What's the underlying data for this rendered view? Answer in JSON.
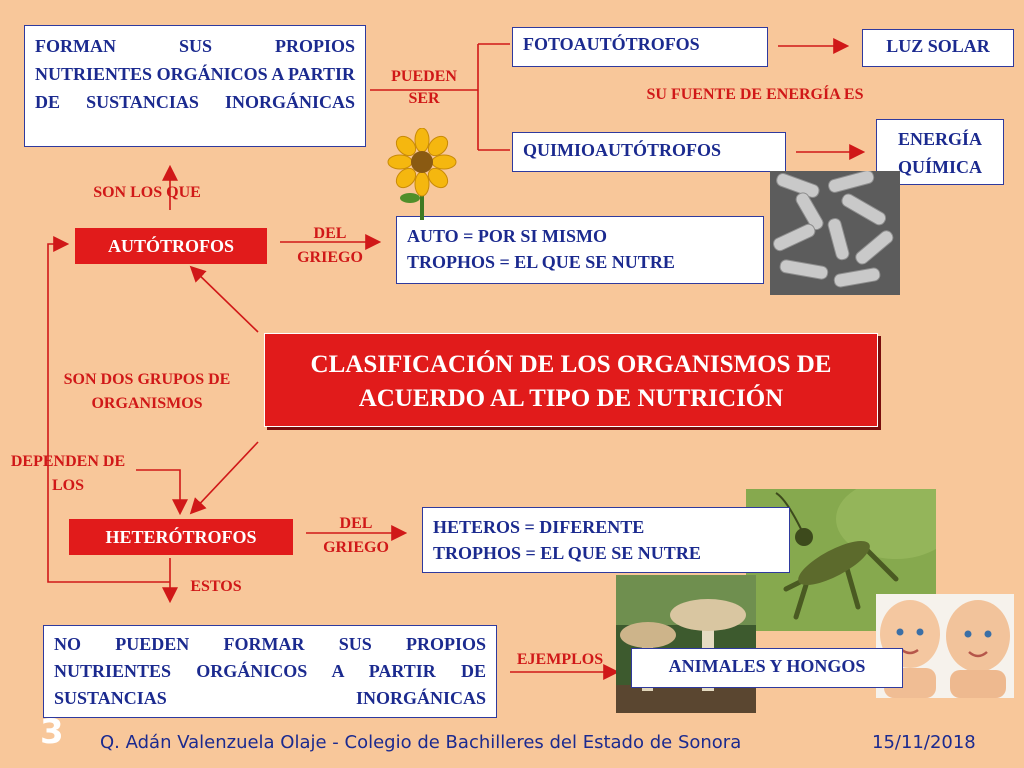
{
  "title": "CLASIFICACIÓN DE LOS ORGANISMOS DE ACUERDO AL TIPO DE NUTRICIÓN",
  "autotrofos": {
    "name": "AUTÓTROFOS",
    "definition": "FORMAN SUS PROPIOS NUTRIENTES ORGÁNICOS A PARTIR DE SUSTANCIAS INORGÁNICAS",
    "son_los_que": "SON LOS QUE",
    "pueden_ser": "PUEDEN SER",
    "del_griego": "DEL GRIEGO",
    "etymology_1": "AUTO = POR SI MISMO",
    "etymology_2": "TROPHOS = EL QUE SE NUTRE",
    "fotoautotrofos": "FOTOAUTÓTROFOS",
    "quimioautotrofos": "QUIMIOAUTÓTROFOS",
    "fuente_energia": "SU FUENTE DE ENERGÍA ES",
    "luz_solar": "LUZ SOLAR",
    "energia_quimica": "ENERGÍA QUÍMICA"
  },
  "heterotrofos": {
    "name": "HETERÓTROFOS",
    "del_griego": "DEL GRIEGO",
    "etymology_1": "HETEROS = DIFERENTE",
    "etymology_2": "TROPHOS = EL QUE SE NUTRE",
    "estos": "ESTOS",
    "definition": "NO PUEDEN FORMAR SUS PROPIOS NUTRIENTES ORGÁNICOS A PARTIR DE SUSTANCIAS INORGÁNICAS",
    "ejemplos": "EJEMPLOS",
    "examples": "ANIMALES Y HONGOS",
    "dependen_de_los": "DEPENDEN DE LOS"
  },
  "son_dos_grupos": "SON DOS GRUPOS DE ORGANISMOS",
  "footer": {
    "author": "Q. Adán Valenzuela Olaje - Colegio de Bachilleres del Estado de Sonora",
    "date": "15/11/2018",
    "slide_number": "3"
  },
  "colors": {
    "background": "#f8c79a",
    "label_red": "#d01818",
    "box_text_blue": "#1b2a8f",
    "title_red": "#e11b1b"
  }
}
